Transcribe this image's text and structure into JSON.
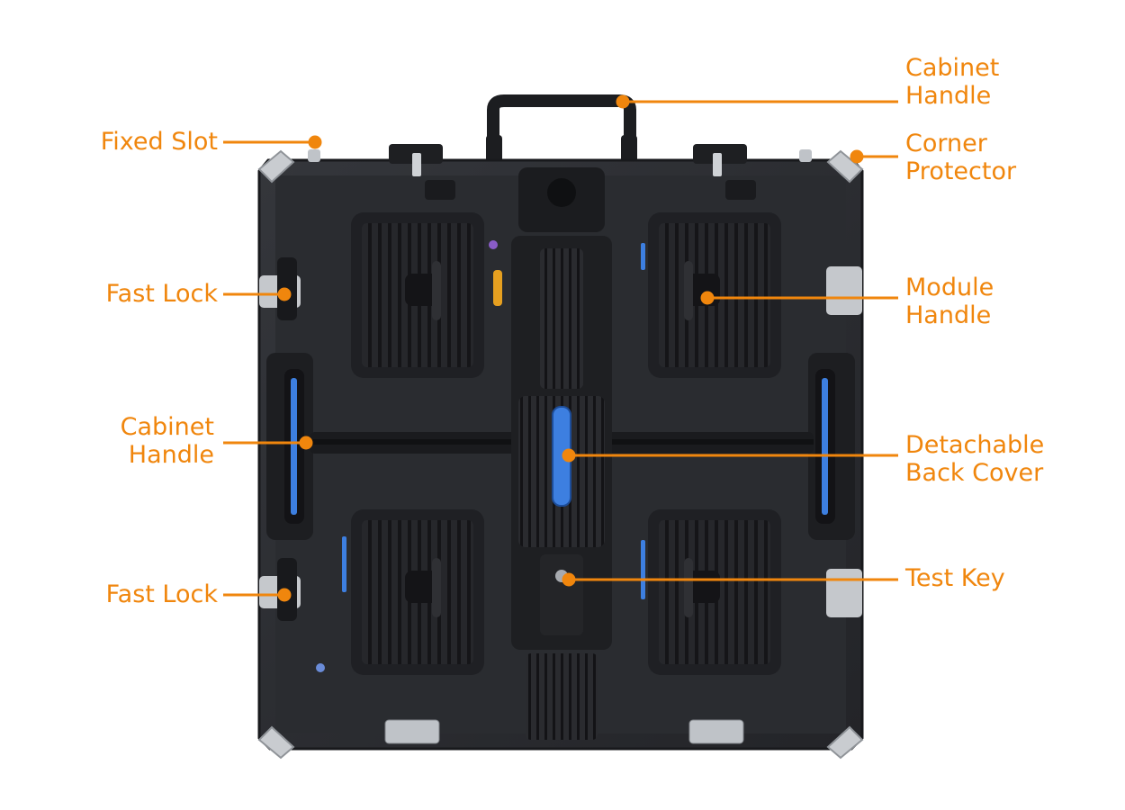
{
  "labels": {
    "fixed_slot": "Fixed Slot",
    "fast_lock_upper": "Fast Lock",
    "cabinet_handle_side": "Cabinet\nHandle",
    "fast_lock_lower": "Fast Lock",
    "cabinet_handle_top": "Cabinet\nHandle",
    "corner_protector": "Corner\nProtector",
    "module_handle": "Module\nHandle",
    "detachable_back_cover": "Detachable\nBack Cover",
    "test_key": "Test Key"
  },
  "colors": {
    "label_orange": "#f0860d",
    "cabinet_body": "#2b2d31",
    "module_panel": "#222327",
    "accent_blue": "#3d7fe0",
    "metal": "#c9ccd0"
  }
}
